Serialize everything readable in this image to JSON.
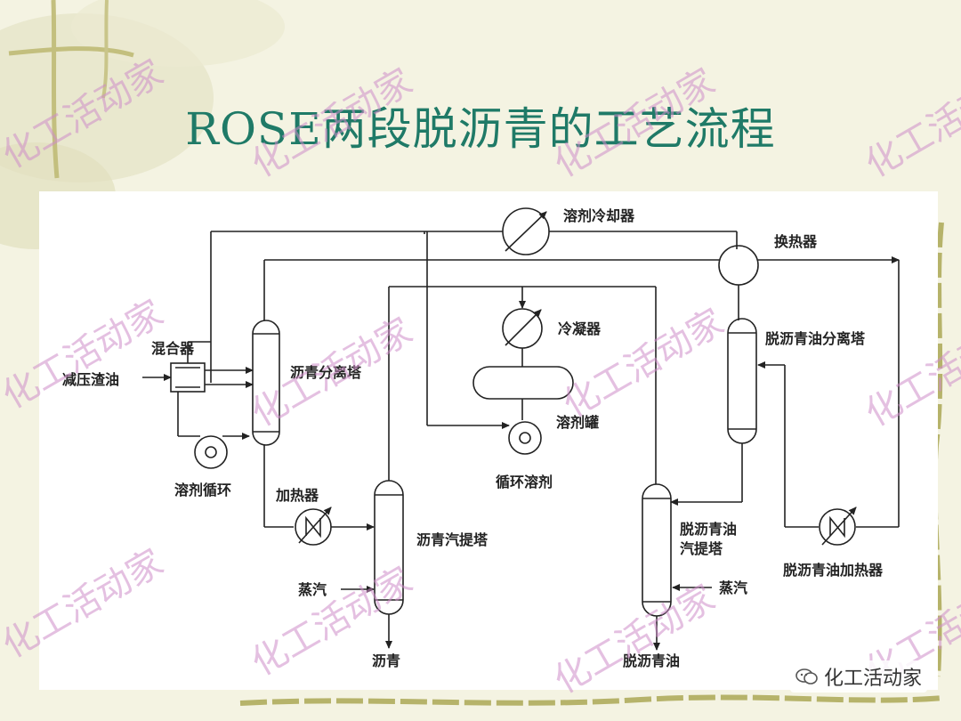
{
  "slide": {
    "title": "ROSE两段脱沥青的工艺流程"
  },
  "labels": {
    "solvent_cooler": "溶剂冷却器",
    "heat_exchanger": "换热器",
    "mixer": "混合器",
    "vacuum_residue": "减压渣油",
    "asphalt_separator": "沥青分离塔",
    "condenser": "冷凝器",
    "dao_separator": "脱沥青油分离塔",
    "solvent_tank": "溶剂罐",
    "solvent_circulation": "溶剂循环",
    "circulating_solvent": "循环溶剂",
    "heater": "加热器",
    "asphalt_stripper": "沥青汽提塔",
    "dao_stripper_line1": "脱沥青油",
    "dao_stripper_line2": "汽提塔",
    "dao_heater": "脱沥青油加热器",
    "steam_left": "蒸汽",
    "steam_right": "蒸汽",
    "asphalt_product": "沥青",
    "dao_product": "脱沥青油"
  },
  "watermark": {
    "text": "化工活动家"
  },
  "badge": {
    "text": "化工活动家",
    "icon": "wechat-icon"
  },
  "colors": {
    "title": "#1f7a67",
    "background": "#f4f3e2",
    "border_vine": "#c9c58a",
    "watermark": "#cd8cc8"
  }
}
